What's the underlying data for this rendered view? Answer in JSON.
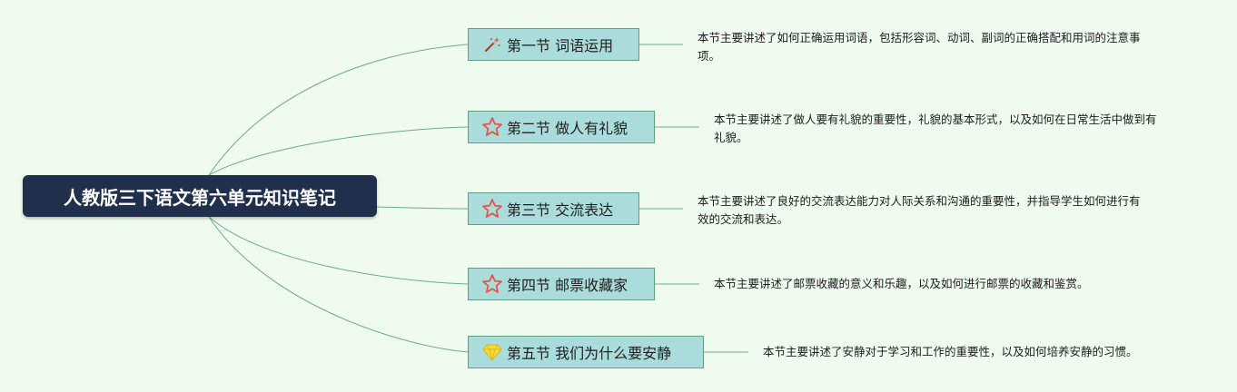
{
  "root": {
    "title": "人教版三下语文第六单元知识笔记"
  },
  "branches": [
    {
      "label": "第一节 词语运用",
      "icon": "magic-wand-icon",
      "description": "本节主要讲述了如何正确运用词语，包括形容词、动词、副词的正确搭配和用词的注意事项。"
    },
    {
      "label": "第二节 做人有礼貌",
      "icon": "star-outline-icon",
      "description": "本节主要讲述了做人要有礼貌的重要性，礼貌的基本形式，以及如何在日常生活中做到有礼貌。"
    },
    {
      "label": "第三节 交流表达",
      "icon": "star-outline-icon",
      "description": "本节主要讲述了良好的交流表达能力对人际关系和沟通的重要性，并指导学生如何进行有效的交流和表达。"
    },
    {
      "label": "第四节 邮票收藏家",
      "icon": "star-outline-icon",
      "description": "本节主要讲述了邮票收藏的意义和乐趣，以及如何进行邮票的收藏和鉴赏。"
    },
    {
      "label": "第五节 我们为什么要安静",
      "icon": "diamond-icon",
      "description": "本节主要讲述了安静对于学习和工作的重要性，以及如何培养安静的习惯。"
    }
  ],
  "colors": {
    "background": "#effbef",
    "root_fill": "#1f2f4c",
    "branch_fill": "#a9dcda",
    "branch_border": "#5e9f84",
    "connector": "#6fa88e",
    "star": "#e2574c",
    "diamond": "#f4dc3c"
  }
}
